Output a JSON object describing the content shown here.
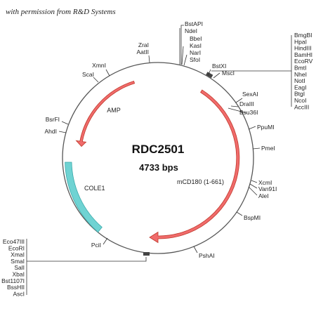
{
  "credit": "with permission from R&D Systems",
  "plasmid": {
    "name": "RDC2501",
    "size_label": "4733 bps"
  },
  "features": {
    "amp": "AMP",
    "mcd180": "mCD180 (1-661)",
    "cole1": "COLE1"
  },
  "sites": {
    "zrai": "ZraI",
    "aatii": "AatII",
    "xmni": "XmnI",
    "scai": "ScaI",
    "bsrfi": "BsrFI",
    "ahdi": "AhdI",
    "pcii": "PciI",
    "psha1": "PshAI",
    "bspmi": "BspMI",
    "alei": "AleI",
    "van91i": "Van91I",
    "xcmi": "XcmI",
    "pmei": "PmeI",
    "ppumi": "PpuMI",
    "bsu36i": "Bsu36I",
    "draiii": "DraIII",
    "sexai": "SexAI",
    "msci": "MscI",
    "bstxi": "BstXI"
  },
  "top_stack": [
    "BstAPI",
    "NdeI",
    "BbeI",
    "KasI",
    "NarI",
    "SfoI"
  ],
  "right_stack": [
    "BmgBI",
    "HpaI",
    "HindIII",
    "BamHI",
    "EcoRV",
    "BmtI",
    "NheI",
    "NotI",
    "EagI",
    "BtgI",
    "NcoI",
    "AccIII"
  ],
  "left_stack": [
    "Eco47III",
    "EcoRI",
    "XmaI",
    "SmaI",
    "SalI",
    "XbaI",
    "Bst1107I",
    "BssHII",
    "AscI"
  ],
  "colors": {
    "arrow_fill": "#f06b6b",
    "arrow_stroke": "#c0392b",
    "ori_fill": "#6fd3d3",
    "ori_stroke": "#3aa9a9",
    "circle": "#555555"
  }
}
